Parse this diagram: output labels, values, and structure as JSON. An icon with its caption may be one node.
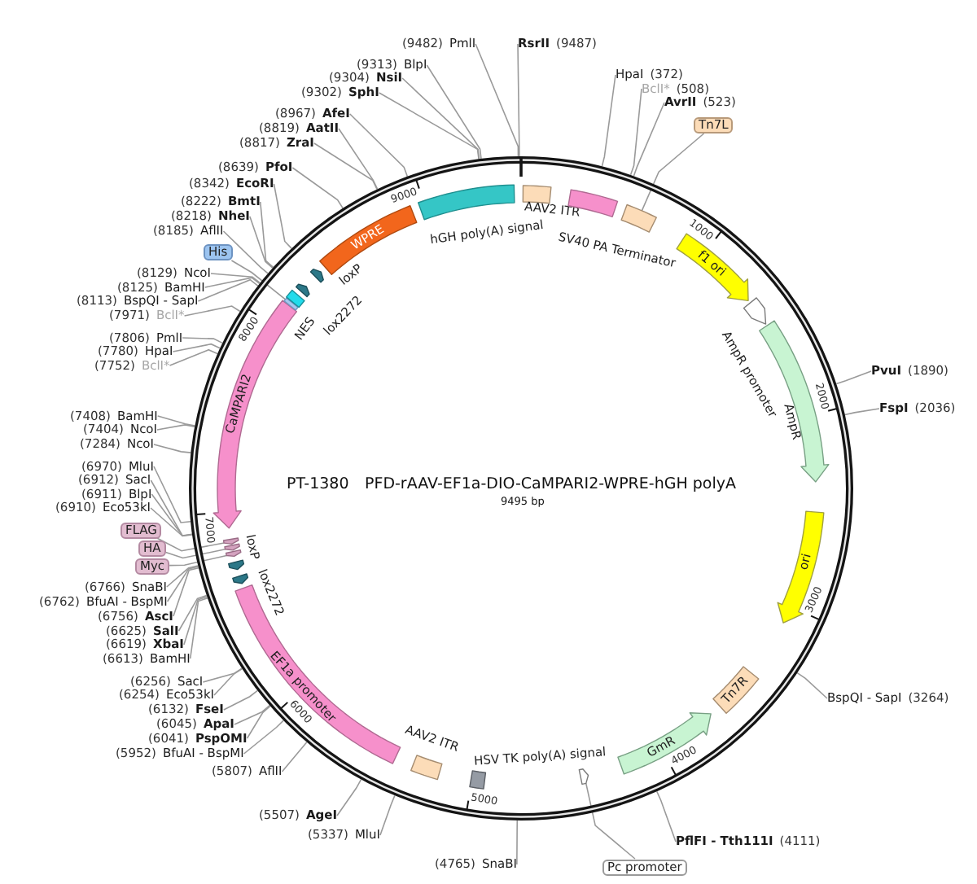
{
  "diagram": {
    "nodes": [
      {
        "text": [
          "PT-1380",
          "PFD-rAAV-EF1a-DIO-CaMPARI2-WPRE-hGH polyA",
          "9495 bp"
        ]
      },
      {
        "text": [
          "AAV2 ITR"
        ],
        "in": 0
      },
      {
        "text": [
          "SV40 PA Terminator"
        ],
        "in": 0
      },
      {
        "text": [],
        "shape": "box",
        "in": 0
      },
      {
        "text": [
          "f1 ori"
        ],
        "in": 0
      },
      {
        "text": [
          "AmpR promoter"
        ],
        "in": 0
      },
      {
        "text": [
          "AmpR"
        ],
        "in": 0
      },
      {
        "text": [
          "ori"
        ],
        "in": 0
      },
      {
        "text": [
          "Tn7R"
        ],
        "in": 0
      },
      {
        "text": [
          "GmR"
        ],
        "in": 0
      },
      {
        "text": [],
        "shape": "arrow",
        "in": 0
      },
      {
        "text": [
          "HSV TK poly(A) signal"
        ],
        "in": 0
      },
      {
        "text": [
          "AAV2 ITR"
        ],
        "in": 0
      },
      {
        "text": [
          "EF1a promoter"
        ],
        "in": 0
      },
      {
        "text": [
          "lox2272"
        ],
        "in": 0
      },
      {
        "text": [
          "loxP"
        ],
        "in": 0
      },
      {
        "text": [],
        "shape": "arrow",
        "in": 0
      },
      {
        "text": [],
        "shape": "arrow",
        "in": 0
      },
      {
        "text": [],
        "shape": "arrow",
        "in": 0
      },
      {
        "text": [
          "CaMPARI2"
        ],
        "in": 0
      },
      {
        "text": [],
        "shape": "box",
        "in": 0
      },
      {
        "text": [
          "NES"
        ],
        "in": 0
      },
      {
        "text": [
          "lox2272"
        ],
        "in": 0
      },
      {
        "text": [
          "loxP"
        ],
        "in": 0
      },
      {
        "text": [
          "WPRE"
        ],
        "in": 0
      },
      {
        "text": [
          "hGH poly(A) signal"
        ],
        "in": 0
      },
      {
        "text": [
          "Tn7L"
        ]
      },
      {
        "text": [
          "His"
        ]
      },
      {
        "text": [
          "FLAG"
        ]
      },
      {
        "text": [
          "HA"
        ]
      },
      {
        "text": [
          "Myc"
        ]
      },
      {
        "text": [
          "Pc promoter"
        ]
      },
      {
        "text": [
          "HpaI",
          "(372)"
        ]
      },
      {
        "text": [
          "BclI*",
          "(508)"
        ]
      },
      {
        "text": [
          "AvrII",
          "(523)"
        ]
      },
      {
        "text": [
          "PvuI",
          "(1890)"
        ]
      },
      {
        "text": [
          "FspI",
          "(2036)"
        ]
      },
      {
        "text": [
          "BspQI - SapI",
          "(3264)"
        ]
      },
      {
        "text": [
          "PflFI - Tth111I",
          "(4111)"
        ]
      },
      {
        "text": [
          "(4765)",
          "SnaBI"
        ]
      },
      {
        "text": [
          "(5337)",
          "MluI"
        ]
      },
      {
        "text": [
          "(5507)",
          "AgeI"
        ]
      },
      {
        "text": [
          "(5807)",
          "AflII"
        ]
      },
      {
        "text": [
          "(5952)",
          "BfuAI - BspMI"
        ]
      },
      {
        "text": [
          "(6041)",
          "PspOMI"
        ]
      },
      {
        "text": [
          "(6045)",
          "ApaI"
        ]
      },
      {
        "text": [
          "(6132)",
          "FseI"
        ]
      },
      {
        "text": [
          "(6254)",
          "Eco53kI"
        ]
      },
      {
        "text": [
          "(6256)",
          "SacI"
        ]
      },
      {
        "text": [
          "(6613)",
          "BamHI"
        ]
      },
      {
        "text": [
          "(6619)",
          "XbaI"
        ]
      },
      {
        "text": [
          "(6625)",
          "SalI"
        ]
      },
      {
        "text": [
          "(6756)",
          "AscI"
        ]
      },
      {
        "text": [
          "(6762)",
          "BfuAI - BspMI"
        ]
      },
      {
        "text": [
          "(6766)",
          "SnaBI"
        ]
      },
      {
        "text": [
          "(6910)",
          "Eco53kI"
        ]
      },
      {
        "text": [
          "(6911)",
          "BlpI"
        ]
      },
      {
        "text": [
          "(6912)",
          "SacI"
        ]
      },
      {
        "text": [
          "(6970)",
          "MluI"
        ]
      },
      {
        "text": [
          "(7284)",
          "NcoI"
        ]
      },
      {
        "text": [
          "(7404)",
          "NcoI"
        ]
      },
      {
        "text": [
          "(7408)",
          "BamHI"
        ]
      },
      {
        "text": [
          "(7752)",
          "BclI*"
        ]
      },
      {
        "text": [
          "(7780)",
          "HpaI"
        ]
      },
      {
        "text": [
          "(7806)",
          "PmlI"
        ]
      },
      {
        "text": [
          "(7971)",
          "BclI*"
        ]
      },
      {
        "text": [
          "(8113)",
          "BspQI - SapI"
        ]
      },
      {
        "text": [
          "(8125)",
          "BamHI"
        ]
      },
      {
        "text": [
          "(8129)",
          "NcoI"
        ]
      },
      {
        "text": [
          "(8185)",
          "AflII"
        ]
      },
      {
        "text": [
          "(8218)",
          "NheI"
        ]
      },
      {
        "text": [
          "(8222)",
          "BmtI"
        ]
      },
      {
        "text": [
          "(8342)",
          "EcoRI"
        ]
      },
      {
        "text": [
          "(8639)",
          "PfoI"
        ]
      },
      {
        "text": [
          "(8817)",
          "ZraI"
        ]
      },
      {
        "text": [
          "(8819)",
          "AatII"
        ]
      },
      {
        "text": [
          "(8967)",
          "AfeI"
        ]
      },
      {
        "text": [
          "(9302)",
          "SphI"
        ]
      },
      {
        "text": [
          "(9304)",
          "NsiI"
        ]
      },
      {
        "text": [
          "(9313)",
          "BlpI"
        ]
      },
      {
        "text": [
          "(9482)",
          "PmlI"
        ]
      },
      {
        "text": [
          "RsrII",
          "(9487)"
        ]
      }
    ],
    "edges": [
      {
        "from": 26,
        "to": 3,
        "arrow": "none"
      },
      {
        "from": 27,
        "to": 20,
        "arrow": "none"
      },
      {
        "from": 28,
        "to": 18,
        "arrow": "none"
      },
      {
        "from": 29,
        "to": 17,
        "arrow": "none"
      },
      {
        "from": 30,
        "to": 16,
        "arrow": "none"
      },
      {
        "from": 31,
        "to": 10,
        "arrow": "none"
      },
      {
        "from": 32,
        "to": 0,
        "arrow": "none"
      },
      {
        "from": 33,
        "to": 0,
        "arrow": "none"
      },
      {
        "from": 34,
        "to": 0,
        "arrow": "none"
      },
      {
        "from": 35,
        "to": 0,
        "arrow": "none"
      },
      {
        "from": 36,
        "to": 0,
        "arrow": "none"
      },
      {
        "from": 37,
        "to": 0,
        "arrow": "none"
      },
      {
        "from": 38,
        "to": 0,
        "arrow": "none"
      },
      {
        "from": 39,
        "to": 0,
        "arrow": "none"
      },
      {
        "from": 40,
        "to": 0,
        "arrow": "none"
      },
      {
        "from": 41,
        "to": 0,
        "arrow": "none"
      },
      {
        "from": 42,
        "to": 0,
        "arrow": "none"
      },
      {
        "from": 43,
        "to": 0,
        "arrow": "none"
      },
      {
        "from": 44,
        "to": 0,
        "arrow": "none"
      },
      {
        "from": 45,
        "to": 0,
        "arrow": "none"
      },
      {
        "from": 46,
        "to": 0,
        "arrow": "none"
      },
      {
        "from": 47,
        "to": 0,
        "arrow": "none"
      },
      {
        "from": 48,
        "to": 0,
        "arrow": "none"
      },
      {
        "from": 49,
        "to": 0,
        "arrow": "none"
      },
      {
        "from": 50,
        "to": 0,
        "arrow": "none"
      },
      {
        "from": 51,
        "to": 0,
        "arrow": "none"
      },
      {
        "from": 52,
        "to": 0,
        "arrow": "none"
      },
      {
        "from": 53,
        "to": 0,
        "arrow": "none"
      },
      {
        "from": 54,
        "to": 0,
        "arrow": "none"
      },
      {
        "from": 55,
        "to": 0,
        "arrow": "none"
      },
      {
        "from": 56,
        "to": 0,
        "arrow": "none"
      },
      {
        "from": 57,
        "to": 0,
        "arrow": "none"
      },
      {
        "from": 58,
        "to": 0,
        "arrow": "none"
      },
      {
        "from": 59,
        "to": 0,
        "arrow": "none"
      },
      {
        "from": 60,
        "to": 0,
        "arrow": "none"
      },
      {
        "from": 61,
        "to": 0,
        "arrow": "none"
      },
      {
        "from": 62,
        "to": 0,
        "arrow": "none"
      },
      {
        "from": 63,
        "to": 0,
        "arrow": "none"
      },
      {
        "from": 64,
        "to": 0,
        "arrow": "none"
      },
      {
        "from": 65,
        "to": 0,
        "arrow": "none"
      },
      {
        "from": 66,
        "to": 0,
        "arrow": "none"
      },
      {
        "from": 67,
        "to": 0,
        "arrow": "none"
      },
      {
        "from": 68,
        "to": 0,
        "arrow": "none"
      },
      {
        "from": 69,
        "to": 0,
        "arrow": "none"
      },
      {
        "from": 70,
        "to": 0,
        "arrow": "none"
      },
      {
        "from": 71,
        "to": 0,
        "arrow": "none"
      },
      {
        "from": 72,
        "to": 0,
        "arrow": "none"
      },
      {
        "from": 73,
        "to": 0,
        "arrow": "none"
      },
      {
        "from": 74,
        "to": 0,
        "arrow": "none"
      },
      {
        "from": 75,
        "to": 0,
        "arrow": "none"
      },
      {
        "from": 76,
        "to": 0,
        "arrow": "none"
      },
      {
        "from": 77,
        "to": 0,
        "arrow": "none"
      },
      {
        "from": 78,
        "to": 0,
        "arrow": "none"
      },
      {
        "from": 79,
        "to": 0,
        "arrow": "none"
      },
      {
        "from": 80,
        "to": 0,
        "arrow": "none"
      },
      {
        "from": 81,
        "to": 0,
        "arrow": "none"
      }
    ],
    "labels": [
      "1000",
      "2000",
      "3000",
      "4000",
      "5000",
      "6000",
      "7000",
      "8000",
      "9000"
    ]
  }
}
